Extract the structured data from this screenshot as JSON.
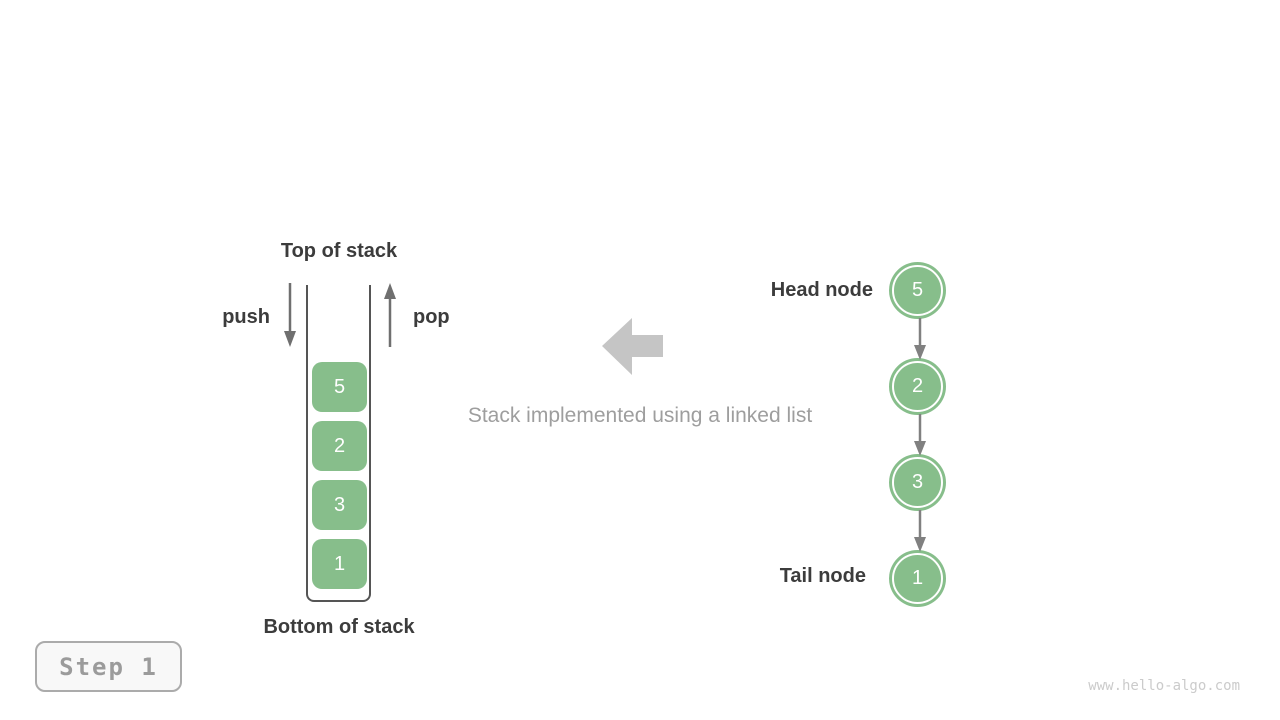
{
  "stack_diagram": {
    "top_label": "Top of stack",
    "bottom_label": "Bottom of stack",
    "push_label": "push",
    "pop_label": "pop",
    "items": [
      "5",
      "2",
      "3",
      "1"
    ]
  },
  "caption": "Stack implemented using a linked list",
  "linked_list": {
    "head_label": "Head node",
    "tail_label": "Tail node",
    "nodes": [
      "5",
      "2",
      "3",
      "1"
    ]
  },
  "step_badge": {
    "label": "Step 1"
  },
  "watermark": "www.hello-algo.com",
  "colors": {
    "node_green": "#87be8b",
    "label_dark": "#3c3c3c",
    "caption_gray": "#9e9e9e",
    "arrow_gray": "#6f6f6f",
    "block_arrow_gray": "#c5c5c5",
    "badge_border": "#ababab",
    "badge_text": "#9b9b9b",
    "watermark_gray": "#cbcbcb"
  }
}
